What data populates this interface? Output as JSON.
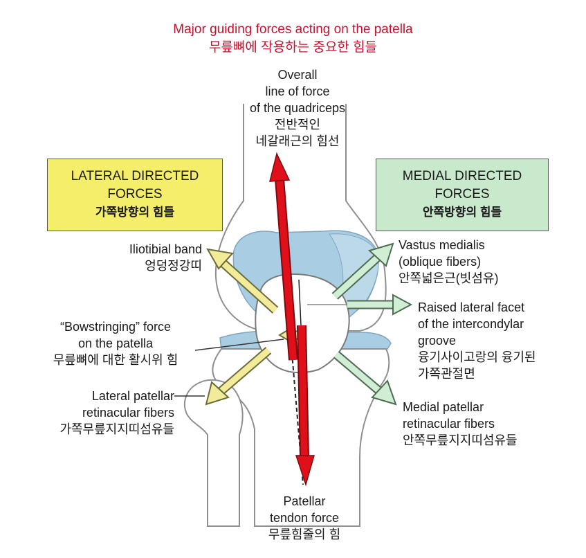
{
  "title": {
    "en": "Major guiding forces acting on the patella",
    "ko": "무릎뼈에 작용하는 중요한 힘들"
  },
  "colors": {
    "title": "#c8102e",
    "lateral_box": "#f4ee6a",
    "medial_box": "#c8e9cc",
    "lateral_arrow": "#f2ec9a",
    "medial_arrow": "#cfeed3",
    "main_force": "#e0101a",
    "bone": "#ffffff",
    "cartilage": "#a9cde3"
  },
  "lateral_box": {
    "line1": "LATERAL DIRECTED",
    "line2": "FORCES",
    "ko": "가쪽방향의 힘들"
  },
  "medial_box": {
    "line1": "MEDIAL DIRECTED",
    "line2": "FORCES",
    "ko": "안쪽방향의 힘들"
  },
  "labels": {
    "quadriceps": {
      "line1": "Overall",
      "line2": "line of force",
      "line3": "of the quadriceps",
      "ko1": "전반적인",
      "ko2": "네갈래근의 힘선"
    },
    "iliotibial": {
      "line1": "Iliotibial band",
      "ko": "엉덩정강띠"
    },
    "bowstring": {
      "line1": "“Bowstringing” force",
      "line2": "on the patella",
      "ko": "무릎뼈에 대한 활시위 힘"
    },
    "lat_retinacular": {
      "line1": "Lateral patellar",
      "line2": "retinacular fibers",
      "ko": "가쪽무릎지지띠섬유들"
    },
    "vastus": {
      "line1": "Vastus medialis",
      "line2": "(oblique fibers)",
      "ko": "안쪽넓은근(빗섬유)"
    },
    "facet": {
      "line1": "Raised lateral facet",
      "line2": "of the intercondylar",
      "line3": "groove",
      "ko1": "융기사이고랑의 융기된",
      "ko2": "가쪽관절면"
    },
    "med_retinacular": {
      "line1": "Medial patellar",
      "line2": "retinacular fibers",
      "ko": "안쪽무릎지지띠섬유들"
    },
    "tendon": {
      "line1": "Patellar",
      "line2": "tendon force",
      "ko": "무릎힘줄의 힘"
    }
  }
}
